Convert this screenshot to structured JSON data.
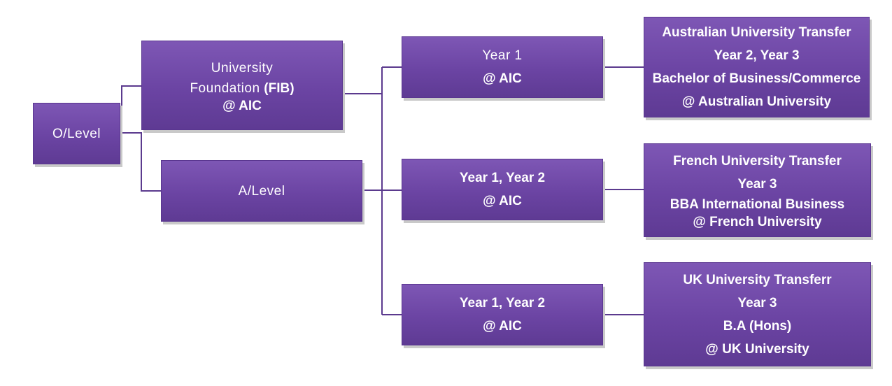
{
  "colors": {
    "box_fill_top": "#7e57b5",
    "box_fill_bottom": "#5e3a93",
    "connector": "#5b3a8e",
    "text": "#ffffff"
  },
  "nodes": {
    "olevel": {
      "label": "O/Level"
    },
    "foundation": {
      "line1": "University",
      "line2_plain": "Foundation ",
      "line2_bold": "(FIB)",
      "line3": "@ AIC"
    },
    "alevel": {
      "label": "A/Level"
    },
    "year1": {
      "line1": "Year 1",
      "line2": "@ AIC"
    },
    "year12_a": {
      "line1": "Year 1, Year 2",
      "line2": "@ AIC"
    },
    "year12_b": {
      "line1": "Year 1, Year 2",
      "line2": "@ AIC"
    },
    "australia": {
      "line1": "Australian University Transfer",
      "line2": "Year 2, Year 3",
      "line3": "Bachelor of Business/Commerce",
      "line4": "@ Australian University"
    },
    "france": {
      "line1": "French University Transfer",
      "line2": "Year 3",
      "line3": "BBA International Business",
      "line4": "@ French University"
    },
    "uk": {
      "line1": "UK University Transferr",
      "line2": "Year 3",
      "line3": "B.A (Hons)",
      "line4": "@ UK University"
    }
  }
}
